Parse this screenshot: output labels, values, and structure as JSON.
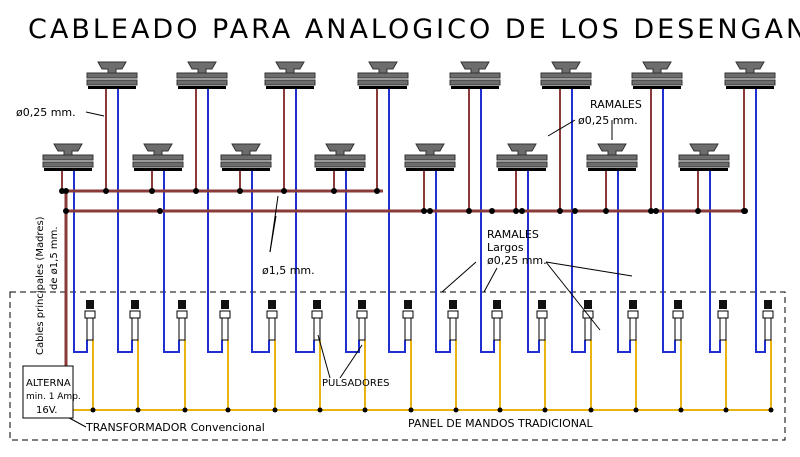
{
  "title": "CABLEADO PARA ANALOGICO DE LOS DESENGANCHADORES",
  "labels": {
    "diam_top_left": "ø0,25 mm.",
    "ramales_top": "RAMALES",
    "ramales_top_diam": "ø0,25 mm.",
    "ramales_long": "RAMALES",
    "ramales_long_sub": "Largos",
    "ramales_long_diam": "ø0,25 mm.",
    "main_diam": "ø1,5 mm.",
    "vertical_label": "Cables principales (Madres)",
    "vertical_label_2": "de ø1,5 mm.",
    "pulsadores": "PULSADORES",
    "transformer_line1": "ALTERNA",
    "transformer_line2": "min. 1 Amp.",
    "transformer_line3": "16V.",
    "transformer_caption": "TRANSFORMADOR Convencional",
    "panel_caption": "PANEL DE MANDOS TRADICIONAL"
  },
  "colors": {
    "brown_wire": "#8b3a3a",
    "blue_wire": "#1f2fd0",
    "yellow_wire": "#e8b410",
    "uncoupler": "#6d6d6d",
    "outline": "#000000"
  },
  "counts": {
    "uncouplers_top_row": 8,
    "uncouplers_bottom_row": 8,
    "pushbuttons": 16
  }
}
